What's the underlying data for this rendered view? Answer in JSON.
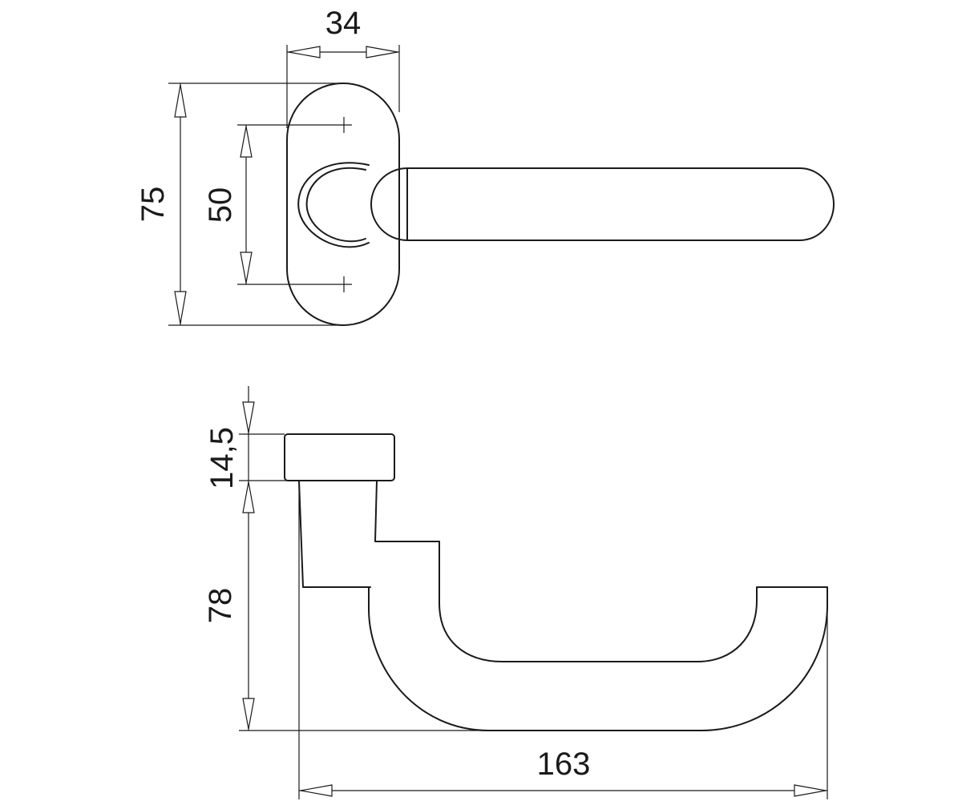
{
  "drawing": {
    "line_color": "#1a1a1a",
    "background": "#ffffff",
    "dimensions": {
      "rose_width": "34",
      "rose_height": "75",
      "hole_spacing": "50",
      "rose_thickness": "14,5",
      "handle_height": "78",
      "handle_length": "163"
    }
  }
}
